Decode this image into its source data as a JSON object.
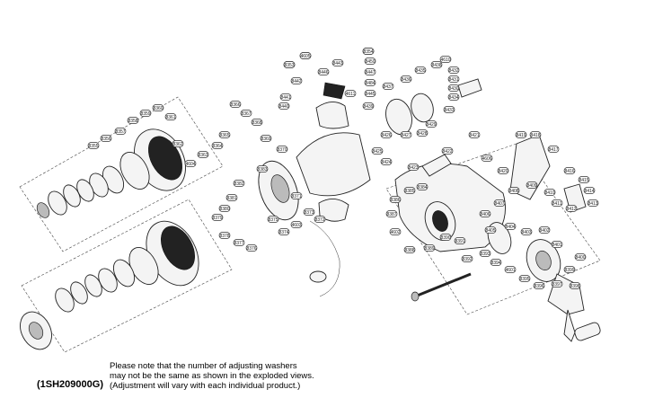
{
  "diagram": {
    "catalog_code": "(1SH209000G)",
    "note_lines": [
      "Please note that the number of adjusting washers",
      "may not be the same as shown in the exploded views.",
      "(Adjustment will vary with each individual product.)"
    ],
    "part_tags": [
      "4740",
      "4607",
      "8483",
      "8450",
      "8447",
      "8484",
      "8445",
      "8443",
      "8442",
      "8441",
      "8440",
      "8446",
      "4611",
      "8439",
      "8437",
      "8436",
      "8435",
      "8438",
      "4610",
      "8432",
      "8431",
      "8430",
      "8434",
      "8433",
      "8429",
      "8428",
      "8427",
      "8426",
      "8425",
      "8424",
      "8423",
      "8422",
      "8421",
      "4606",
      "8420",
      "8419",
      "8418",
      "8417",
      "8416",
      "8415",
      "8414",
      "8413",
      "8412",
      "8411",
      "8410",
      "8409",
      "8408",
      "8407",
      "8406",
      "8405",
      "8404",
      "8403",
      "8402",
      "8401",
      "8400",
      "8399",
      "8398",
      "8397",
      "8396",
      "8395",
      "4601",
      "8394",
      "8393",
      "8392",
      "8391",
      "8390",
      "8389",
      "8388",
      "4602",
      "8387",
      "8386",
      "8385",
      "8384",
      "8383",
      "8382",
      "8381",
      "8380",
      "8379",
      "8378",
      "8377",
      "8376",
      "8375",
      "8374",
      "4603",
      "8373",
      "8372",
      "8371",
      "8370",
      "8369",
      "8368",
      "8367",
      "8366",
      "8365",
      "8364",
      "8363",
      "4604",
      "8362",
      "8361",
      "8360",
      "8359",
      "8358",
      "8357",
      "8356",
      "8355",
      "8354",
      "8353",
      "4605"
    ]
  }
}
